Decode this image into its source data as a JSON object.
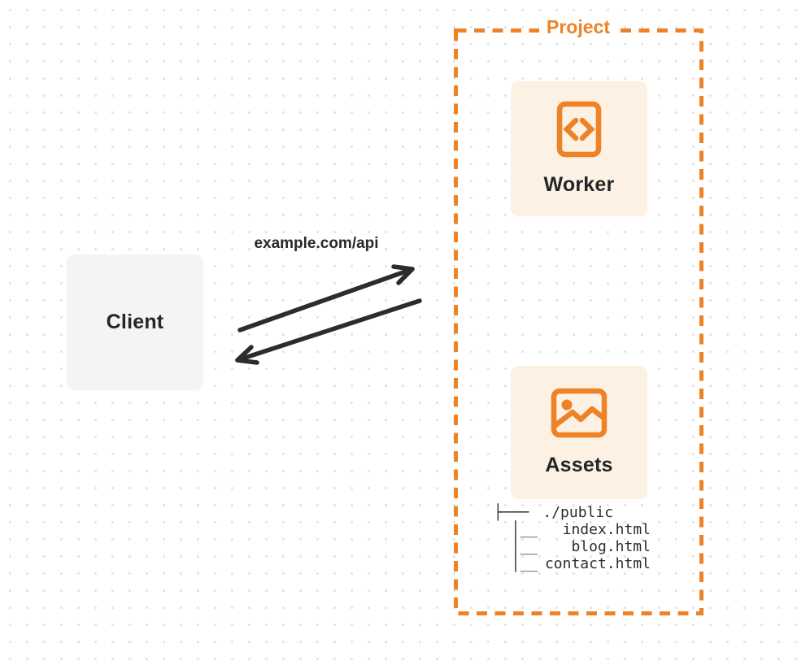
{
  "colors": {
    "accent_orange": "#ed8226",
    "card_background": "#fcf1e3",
    "client_background": "#f4f4f5",
    "ink": "#26282b",
    "grid_dot": "#e4e4e6"
  },
  "client": {
    "label": "Client"
  },
  "request": {
    "label": "example.com/api"
  },
  "project": {
    "label": "Project",
    "worker": {
      "label": "Worker",
      "icon": "code-file-icon"
    },
    "assets": {
      "label": "Assets",
      "icon": "image-icon"
    }
  },
  "file_tree": {
    "root_glyph": "├───",
    "file_glyph": "  │__",
    "root": "./public",
    "files": [
      "index.html",
      "blog.html",
      "contact.html"
    ]
  }
}
